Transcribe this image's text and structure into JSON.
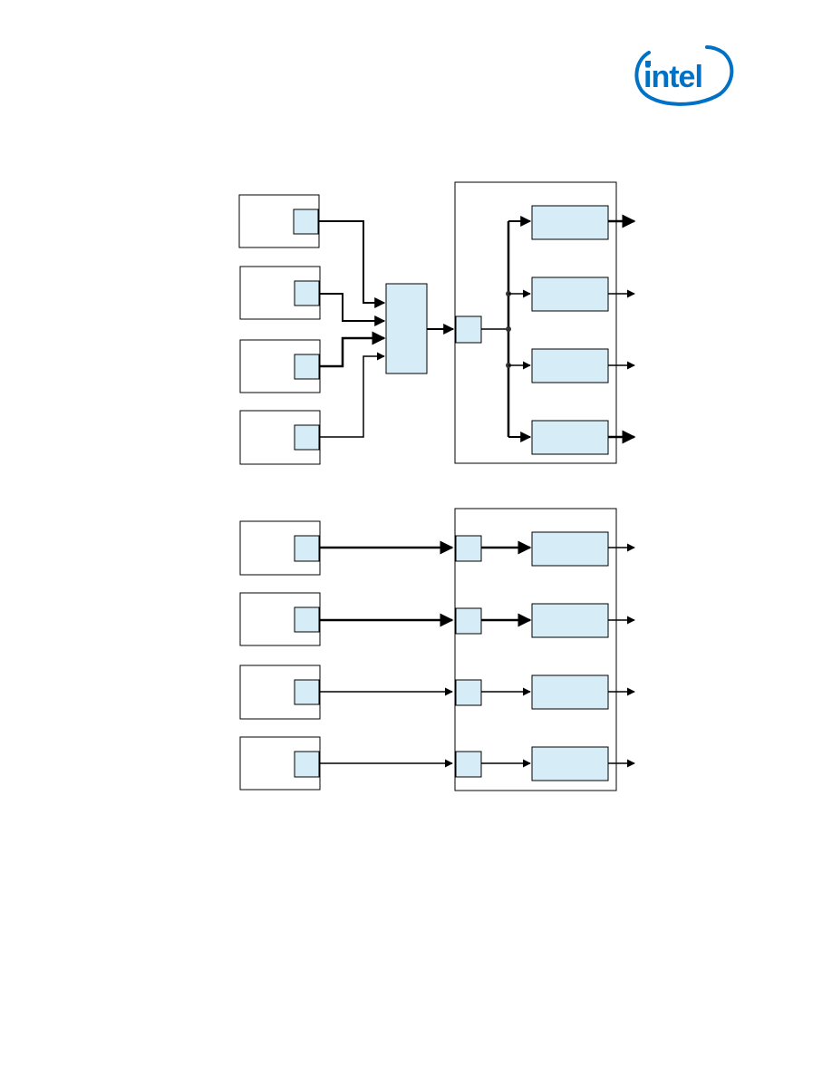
{
  "brand": {
    "name": "intel",
    "logo_color": "#0071c5"
  },
  "diagram_colors": {
    "box_fill": "#d6ecf6",
    "line": "#000000",
    "box_border": "#000000"
  },
  "figures": [
    {
      "id": "shared-interconnect",
      "sources": 4,
      "outputs": 4,
      "inputs": []
    },
    {
      "id": "dedicated-links",
      "sources": 4,
      "outputs": 4,
      "inputs": []
    }
  ]
}
